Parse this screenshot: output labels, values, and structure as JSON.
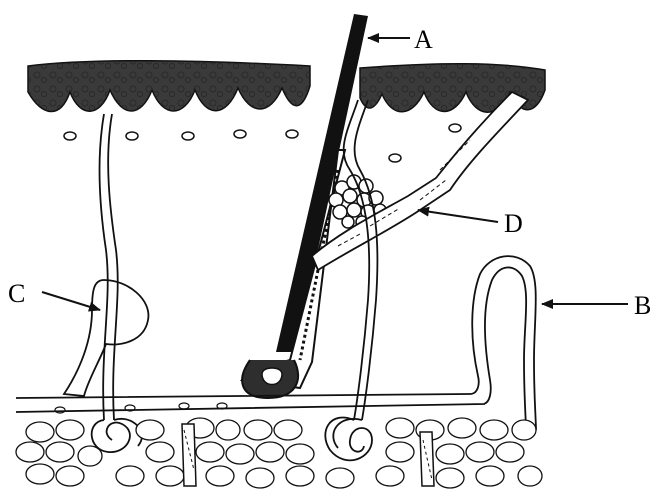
{
  "labels": {
    "a": "A",
    "b": "B",
    "c": "C",
    "d": "D"
  },
  "colors": {
    "ink": "#111111",
    "paper": "#ffffff"
  }
}
